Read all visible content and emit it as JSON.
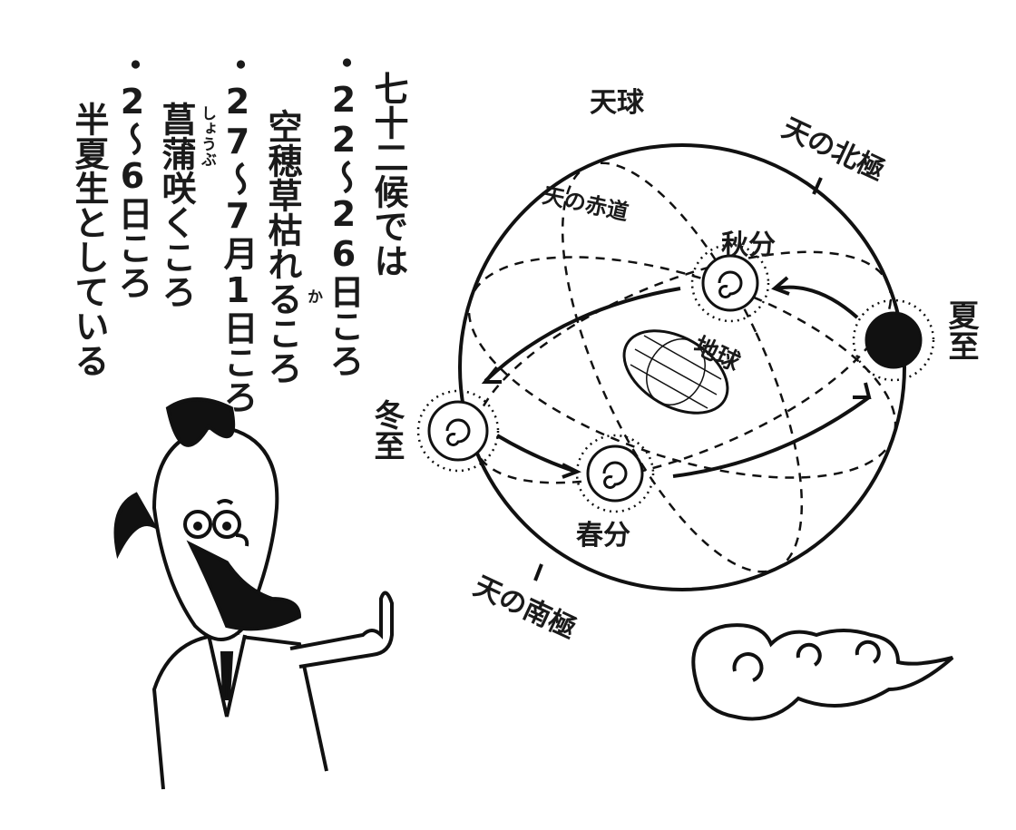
{
  "text_columns": [
    "七十二候では",
    "・22〜26日ころ",
    "空穂草枯れるころ",
    "・27〜7月1日ころ",
    "菖蒲咲くころ",
    "・2〜6日ころ",
    "半夏生としている"
  ],
  "ruby": {
    "kareru": "か",
    "shoubu": "しょうぶ"
  },
  "diagram": {
    "title": "天球",
    "north_pole": "天の北極",
    "equator": "天の赤道",
    "autumn": "秋分",
    "summer": "夏至",
    "earth": "地球",
    "winter": "冬至",
    "spring": "春分",
    "south_pole": "天の南極"
  }
}
